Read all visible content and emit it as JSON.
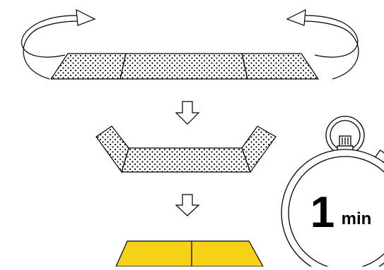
{
  "timer": {
    "value": "1",
    "unit": "min"
  },
  "colors": {
    "stroke": "#000000",
    "dots": "#000000",
    "background": "#ffffff",
    "result_fill": "#F7D117"
  },
  "icons": {
    "step_arrow": "hollow-down-arrow",
    "fold_arrow": "curved-fold-arrow",
    "timer": "stopwatch"
  }
}
